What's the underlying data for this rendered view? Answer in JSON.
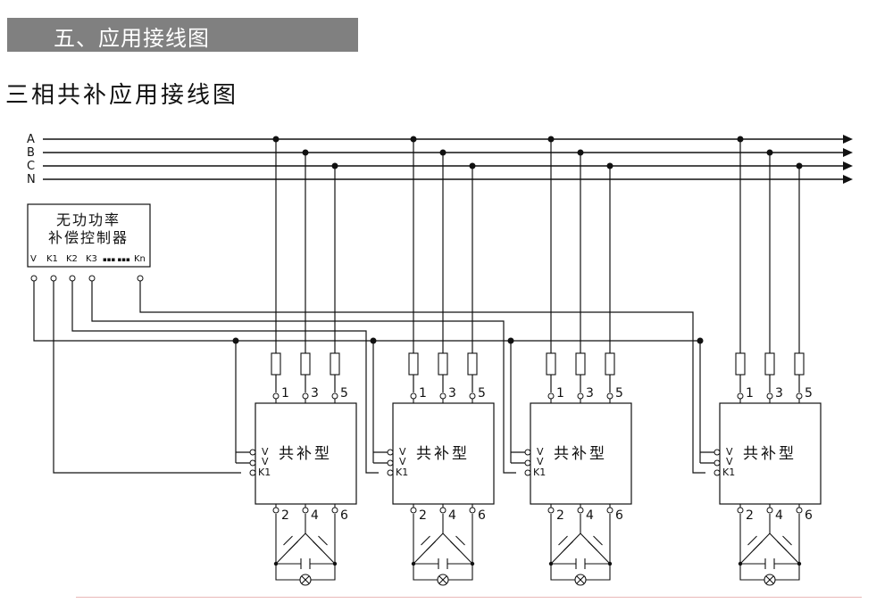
{
  "section_header": "五、应用接线图",
  "diagram_title": "三相共补应用接线图",
  "bus_labels": [
    "A",
    "B",
    "C",
    "N"
  ],
  "controller": {
    "line1": "无功功率",
    "line2": "补偿控制器",
    "terminals": [
      "V",
      "K1",
      "K2",
      "K3",
      "Kn"
    ],
    "dots": "▪▪▪  ▪▪▪"
  },
  "module": {
    "type_label": "共补型",
    "input_terminals": [
      "1",
      "3",
      "5"
    ],
    "output_terminals": [
      "2",
      "4",
      "6"
    ],
    "v_label": "V",
    "k_label": "K1"
  },
  "module_count": 4
}
